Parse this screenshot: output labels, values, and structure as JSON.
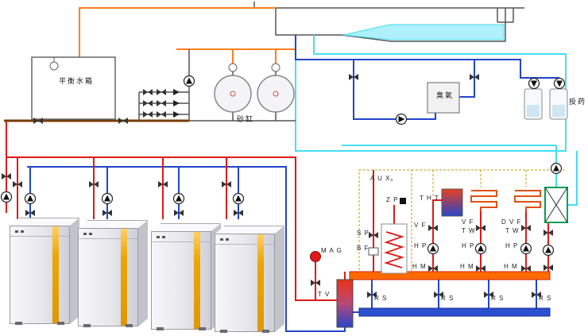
{
  "equipment": {
    "balance_tank": "平衡水箱",
    "sand_filter": "砂缸",
    "ozone": "臭氧",
    "dosing": "投药"
  },
  "labels": {
    "aux": "A U X。",
    "zp": "Z P",
    "tht": "T H T",
    "sp": "S P",
    "bf": "B F",
    "mag": "M A G",
    "tv": "T V",
    "branch1": {
      "vf": "V F",
      "hp": "H P",
      "hm": "H M"
    },
    "branch2": {
      "vf": "V F",
      "tw": "T W",
      "hp": "H P",
      "hm": "H M"
    },
    "branch3": {
      "dvf": "D V F",
      "tw": "T W",
      "hp": "H P",
      "hm": "H M"
    },
    "rs1": "R S",
    "rs2": "R S",
    "rs3": "R S",
    "rs4": "R S"
  },
  "colors": {
    "pipe_orange": "#ff7f1f",
    "pipe_cyan": "#45dff5",
    "pipe_blue": "#2244cc",
    "pipe_red": "#e01818",
    "pipe_brown": "#7a3c00",
    "supply_manifold": "#ff6a00",
    "return_manifold": "#2b50d0",
    "boiler_stripe": "#f0b000",
    "heat_exchanger_green": "#00a050",
    "control_line": "#cc9a00",
    "pool_water": "#aef0fc"
  }
}
